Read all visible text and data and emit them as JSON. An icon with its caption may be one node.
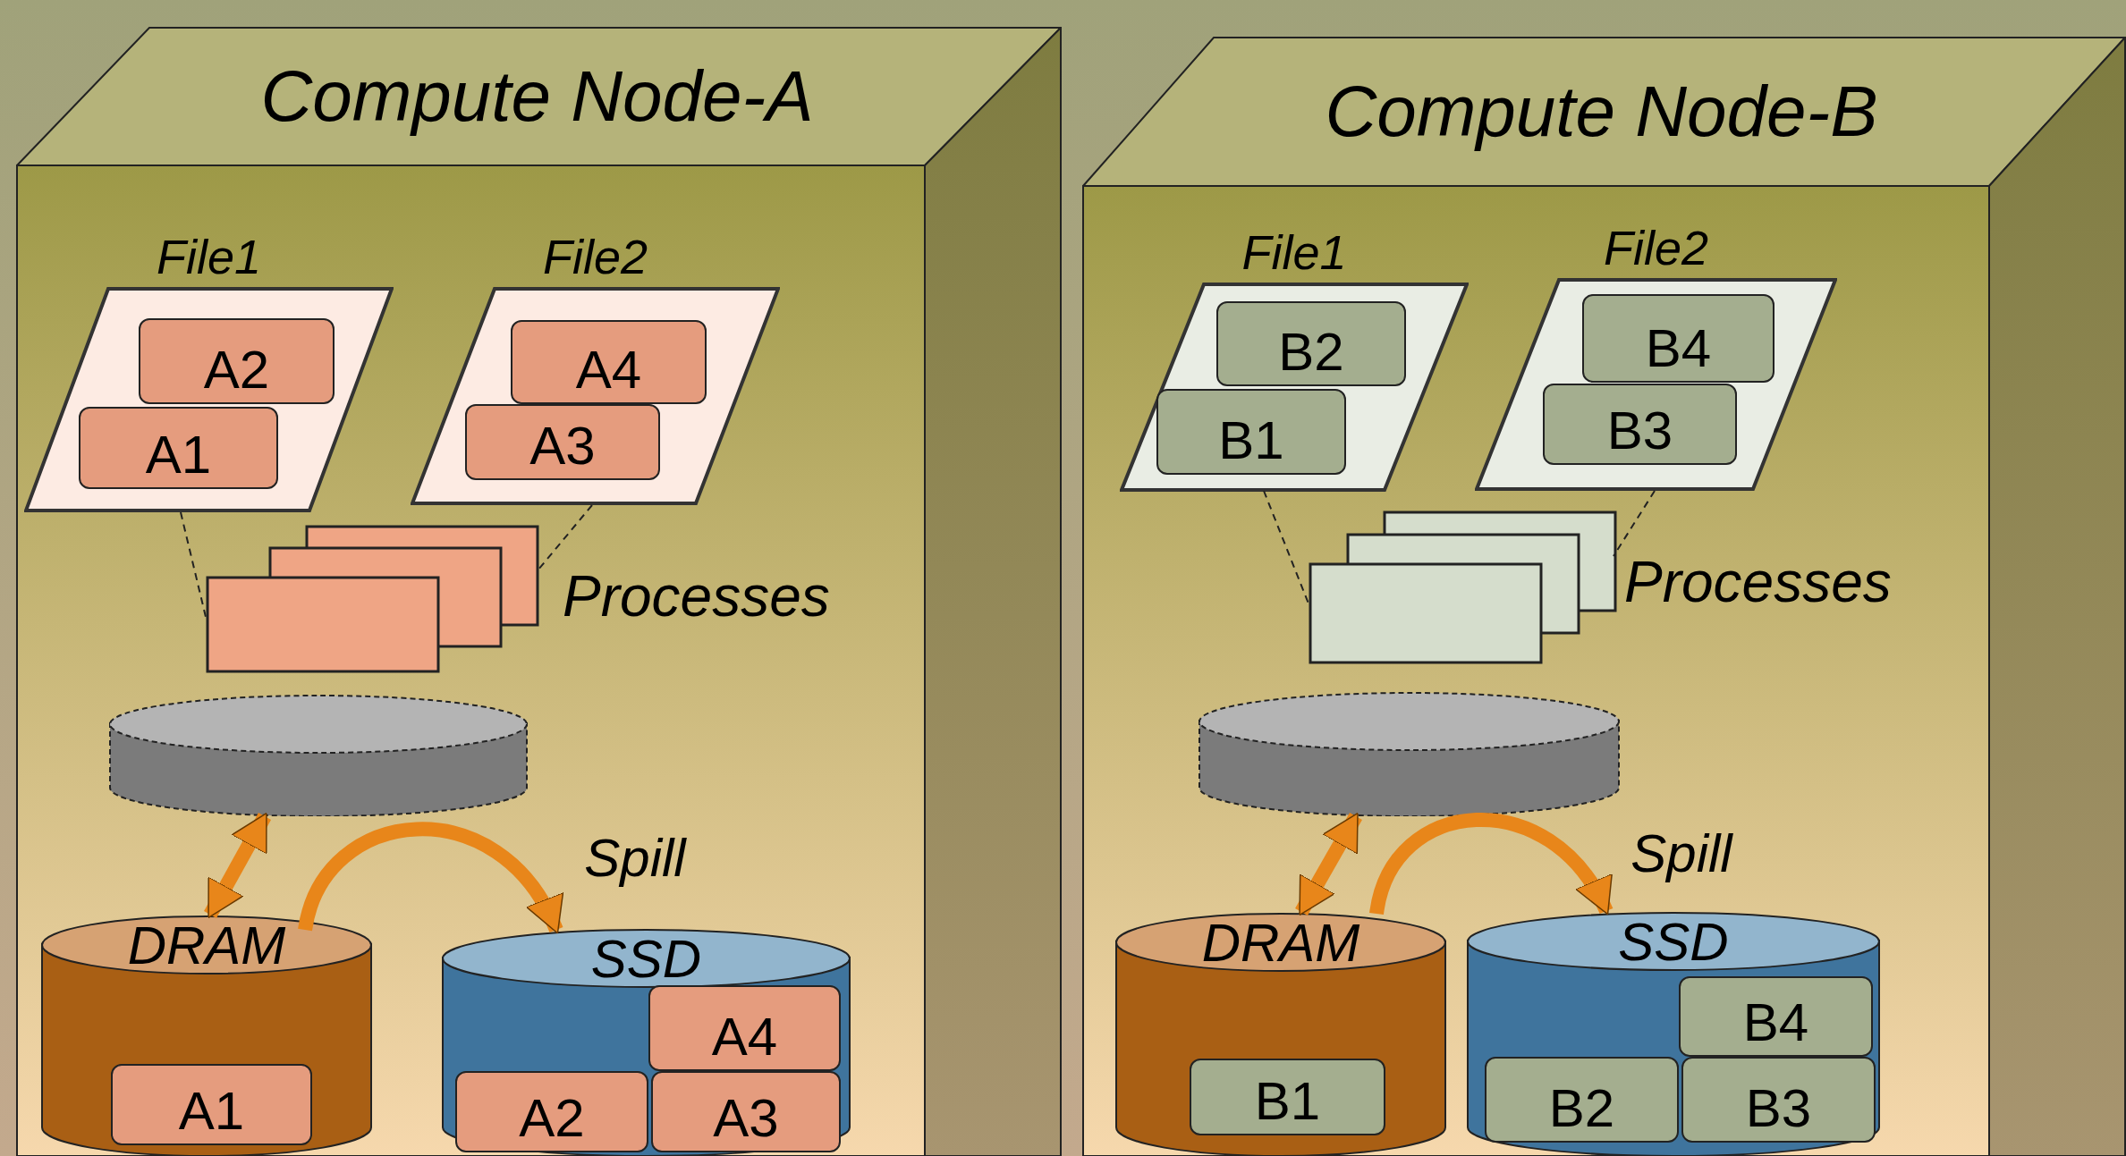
{
  "diagram": {
    "nodes": [
      {
        "text": [
          "Compute Node-A"
        ]
      },
      {
        "text": [
          "File1"
        ],
        "in": 0
      },
      {
        "text": [
          "A2"
        ],
        "in": 1
      },
      {
        "text": [
          "A1"
        ],
        "in": 1
      },
      {
        "text": [
          "File2"
        ],
        "in": 0
      },
      {
        "text": [
          "A4"
        ],
        "in": 4
      },
      {
        "text": [
          "A3"
        ],
        "in": 4
      },
      {
        "text": [],
        "shape": "box",
        "in": 0,
        "beside": [
          "Processes"
        ]
      },
      {
        "text": [],
        "shape": "cylinder",
        "in": 0
      },
      {
        "text": [
          "DRAM"
        ],
        "in": 0
      },
      {
        "text": [
          "A1"
        ],
        "in": 9
      },
      {
        "text": [
          "SSD"
        ],
        "in": 0
      },
      {
        "text": [
          "A4"
        ],
        "in": 11
      },
      {
        "text": [
          "A2"
        ],
        "in": 11
      },
      {
        "text": [
          "A3"
        ],
        "in": 11
      },
      {
        "text": [
          "Compute Node-B"
        ]
      },
      {
        "text": [
          "File1"
        ],
        "in": 15
      },
      {
        "text": [
          "B2"
        ],
        "in": 16
      },
      {
        "text": [
          "B1"
        ],
        "in": 16
      },
      {
        "text": [
          "File2"
        ],
        "in": 15
      },
      {
        "text": [
          "B4"
        ],
        "in": 19
      },
      {
        "text": [
          "B3"
        ],
        "in": 19
      },
      {
        "text": [],
        "shape": "box",
        "in": 15,
        "beside": [
          "Processes"
        ]
      },
      {
        "text": [],
        "shape": "cylinder",
        "in": 15
      },
      {
        "text": [
          "DRAM"
        ],
        "in": 15
      },
      {
        "text": [
          "B1"
        ],
        "in": 24
      },
      {
        "text": [
          "SSD"
        ],
        "in": 15
      },
      {
        "text": [
          "B4"
        ],
        "in": 26
      },
      {
        "text": [
          "B2"
        ],
        "in": 26
      },
      {
        "text": [
          "B3"
        ],
        "in": 26
      }
    ],
    "edges": [
      {
        "from": 1,
        "to": 7,
        "arrow": "none",
        "style": "dashed"
      },
      {
        "from": 4,
        "to": 7,
        "arrow": "none",
        "style": "dashed"
      },
      {
        "from": 8,
        "to": 9,
        "arrow": "both",
        "style": "thick",
        "color": "#e8861a"
      },
      {
        "from": 9,
        "to": 11,
        "arrow": "to",
        "label": "Spill",
        "style": "thick",
        "color": "#e8861a"
      },
      {
        "from": 16,
        "to": 22,
        "arrow": "none",
        "style": "dashed"
      },
      {
        "from": 19,
        "to": 22,
        "arrow": "none",
        "style": "dashed"
      },
      {
        "from": 23,
        "to": 24,
        "arrow": "both",
        "style": "thick",
        "color": "#e8861a"
      },
      {
        "from": 24,
        "to": 26,
        "arrow": "to",
        "label": "Spill",
        "style": "thick",
        "color": "#e8861a"
      }
    ]
  }
}
